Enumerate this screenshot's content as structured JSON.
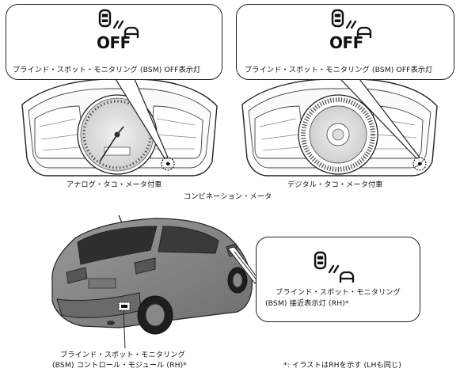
{
  "icon": {
    "off_text": "OFF"
  },
  "labels": {
    "bsm_off_indicator": "ブラインド・スポット・モニタリング (BSM) OFF表示灯",
    "analog_meter": "アナログ・タコ・メータ付車",
    "digital_meter": "デジタル・タコ・メータ付車",
    "combination_meter": "コンビネーション・メータ",
    "approach_indicator_line1": "ブラインド・スポット・モニタリング",
    "approach_indicator_line2": "(BSM) 接近表示灯 (RH)*",
    "control_module_line1": "ブラインド・スポット・モニタリング",
    "control_module_line2": "(BSM) コントロール・モジュール (RH)*",
    "footnote": "*: イラストはRHを示す (LHも同じ)"
  },
  "colors": {
    "line": "#222222",
    "car_body": "#8a8a8a",
    "car_dark": "#4a4a4a",
    "glass": "#2e2e2e"
  }
}
